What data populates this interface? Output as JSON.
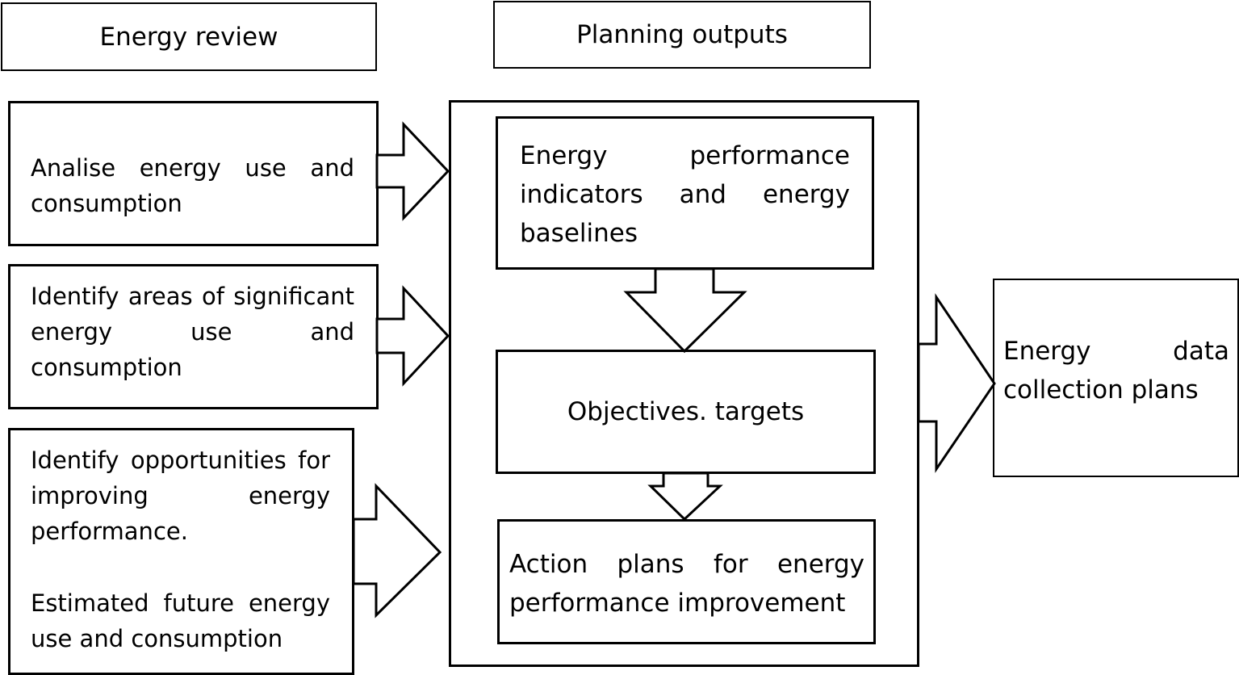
{
  "headers": {
    "energy_review": "Energy review",
    "planning_outputs": "Planning outputs"
  },
  "inputs": {
    "analyse": "Analise energy use and consumption",
    "significant": "Identify areas of significant energy use and consumption",
    "opportunities": "Identify opportunities for improving energy performance.",
    "estimated": "Estimated future energy use and consumption"
  },
  "outputs": {
    "indicators": "Energy performance indicators and energy baselines",
    "objectives": "Objectives. targets",
    "action_plans": "Action plans for energy performance improvement"
  },
  "result": {
    "data_collection": "Energy data collection plans"
  }
}
